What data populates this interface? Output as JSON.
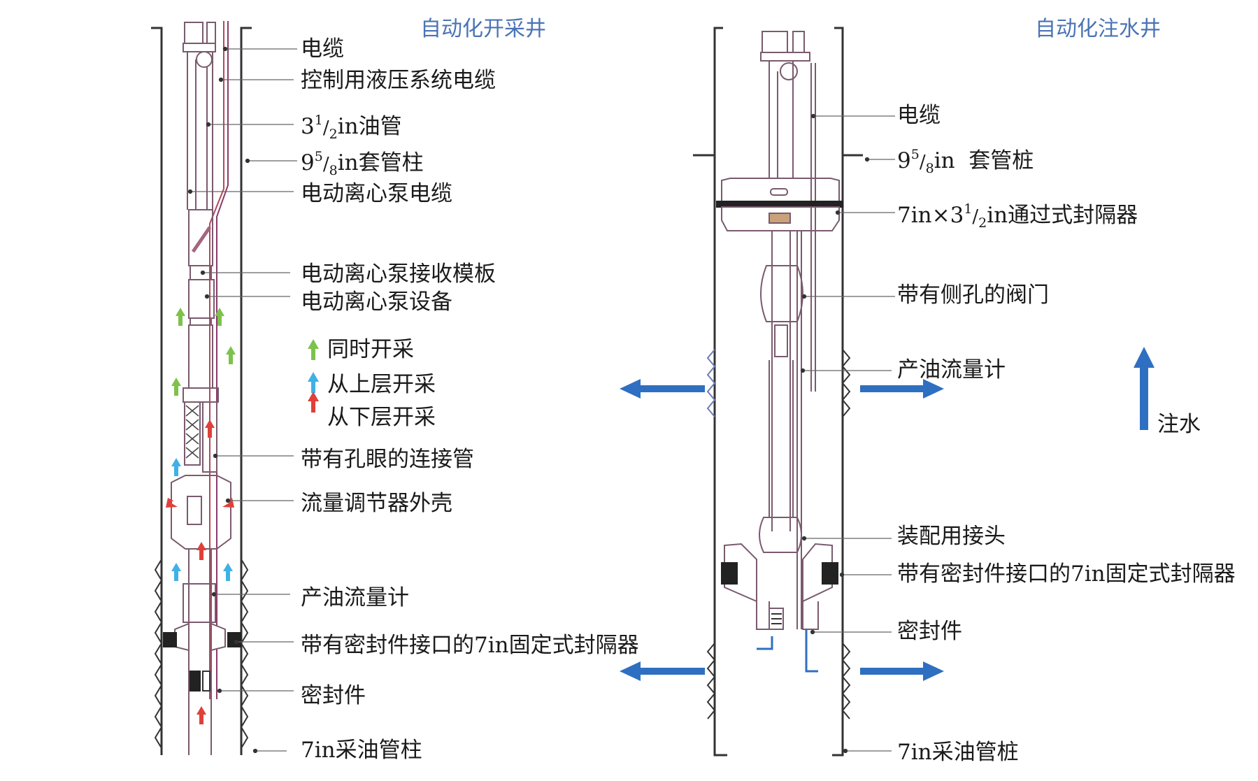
{
  "titles": {
    "left": "自动化开采井",
    "right": "自动化注水井"
  },
  "left_labels": {
    "cable": "电缆",
    "hydraulic_cable": "控制用液压系统电缆",
    "tubing_prefix": "3",
    "tubing_num": "1",
    "tubing_den": "2",
    "tubing_suffix": "in油管",
    "casing_prefix": "9",
    "casing_num": "5",
    "casing_den": "8",
    "casing_suffix": "in套管柱",
    "esp_cable": "电动离心泵电缆",
    "esp_intake": "电动离心泵接收模板",
    "esp_equipment": "电动离心泵设备",
    "perforated_joint": "带有孔眼的连接管",
    "flow_regulator_housing": "流量调节器外壳",
    "flowmeter": "产油流量计",
    "packer": "带有密封件接口的7in固定式封隔器",
    "seal": "密封件",
    "liner": "7in采油管柱"
  },
  "legend": {
    "both": "同时开采",
    "upper": "从上层开采",
    "lower": "从下层开采"
  },
  "right_labels": {
    "cable": "电缆",
    "casing_prefix": "9",
    "casing_num": "5",
    "casing_den": "8",
    "casing_suffix": "in  套管桩",
    "feedthrough_prefix": "7in×3",
    "feedthrough_num": "1",
    "feedthrough_den": "2",
    "feedthrough_suffix": "in通过式封隔器",
    "side_port_valve": "带有侧孔的阀门",
    "flowmeter": "产油流量计",
    "injection": "注水",
    "assembly_joint": "装配用接头",
    "packer": "带有密封件接口的7in固定式封隔器",
    "seal": "密封件",
    "liner": "7in采油管桩"
  },
  "colors": {
    "title": "#4a73b5",
    "arrow_blue": "#2f6fc1",
    "legend_green": "#7dc24b",
    "legend_cyan": "#3fb1e6",
    "legend_red": "#e0403a",
    "line": "#333333",
    "tool_outline": "#7a5a6e"
  }
}
